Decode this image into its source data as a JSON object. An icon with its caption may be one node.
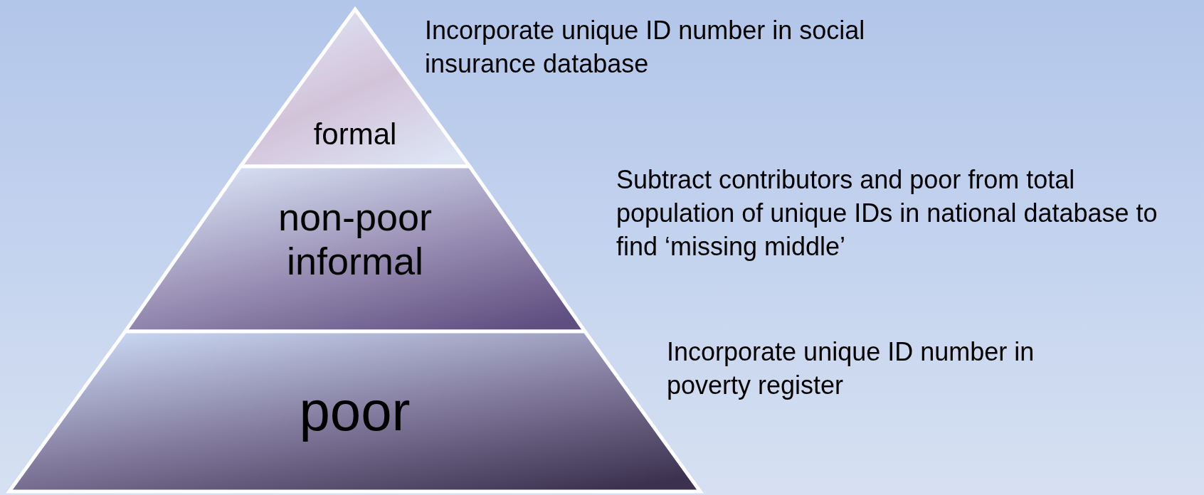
{
  "diagram": {
    "nodes": [
      {
        "text": [
          "formal"
        ],
        "beside": [
          "Incorporate unique ID number in social insurance database"
        ]
      },
      {
        "text": [
          "non-poor informal"
        ],
        "beside": [
          "Subtract contributors and poor from total population of unique IDs in national database to find ‘missing middle’"
        ]
      },
      {
        "text": [
          "poor"
        ],
        "beside": [
          "Incorporate unique ID number in poverty register"
        ]
      }
    ]
  }
}
